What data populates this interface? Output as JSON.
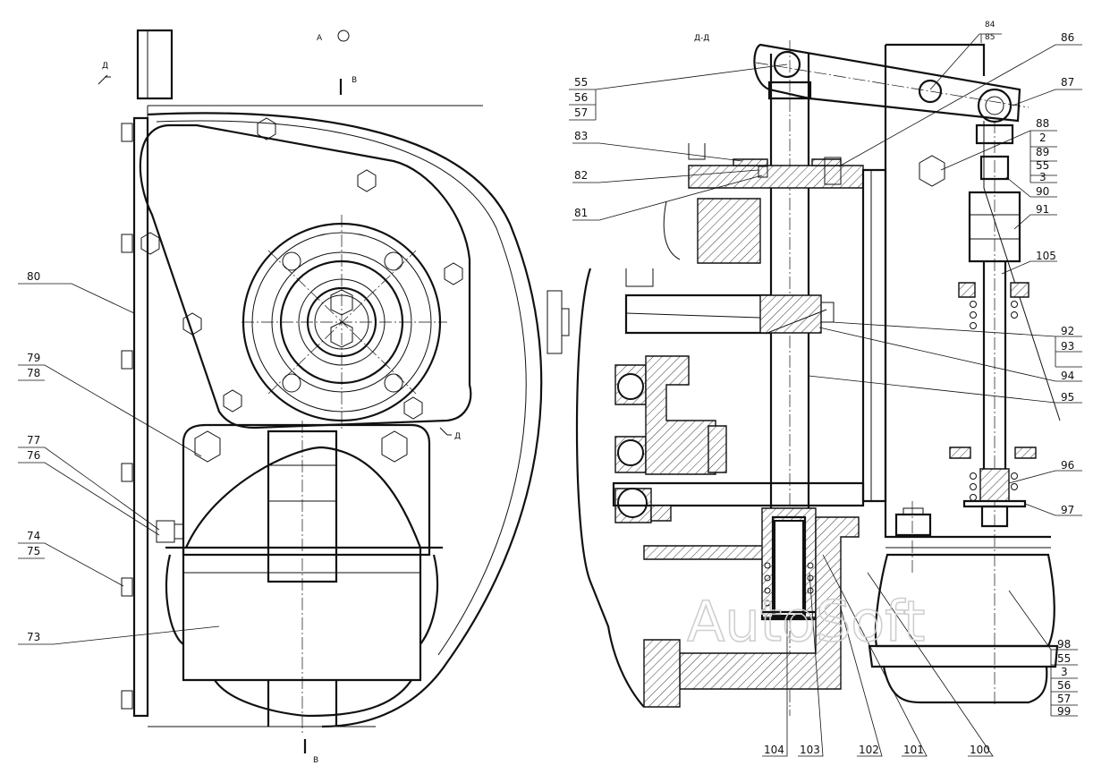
{
  "watermark": "AutoSoft",
  "views": {
    "left_top": "А",
    "right_title": "Д-Д",
    "section_d_top": "Д",
    "section_d_mid": "Д",
    "section_b_top": "В",
    "section_b_bottom": "В"
  },
  "left_callouts": {
    "c80": "80",
    "c79": "79",
    "c78": "78",
    "c77": "77",
    "c76": "76",
    "c74": "74",
    "c75": "75",
    "c73": "73"
  },
  "right_callouts": {
    "c55": "55",
    "c56": "56",
    "c57": "57",
    "c83": "83",
    "c82": "82",
    "c81": "81",
    "c84": "84",
    "c85": "85",
    "c86": "86",
    "c87": "87",
    "c88": "88",
    "c2": "2",
    "c89": "89",
    "c55b": "55",
    "c3": "3",
    "c90": "90",
    "c91": "91",
    "c105": "105",
    "c92": "92",
    "c93": "93",
    "c94": "94",
    "c95": "95",
    "c96": "96",
    "c97": "97",
    "c98": "98",
    "c55c": "55",
    "c3b": "3",
    "c56b": "56",
    "c57b": "57",
    "c99": "99"
  },
  "bottom_callouts": {
    "c104": "104",
    "c103": "103",
    "c102": "102",
    "c101": "101",
    "c100": "100"
  }
}
